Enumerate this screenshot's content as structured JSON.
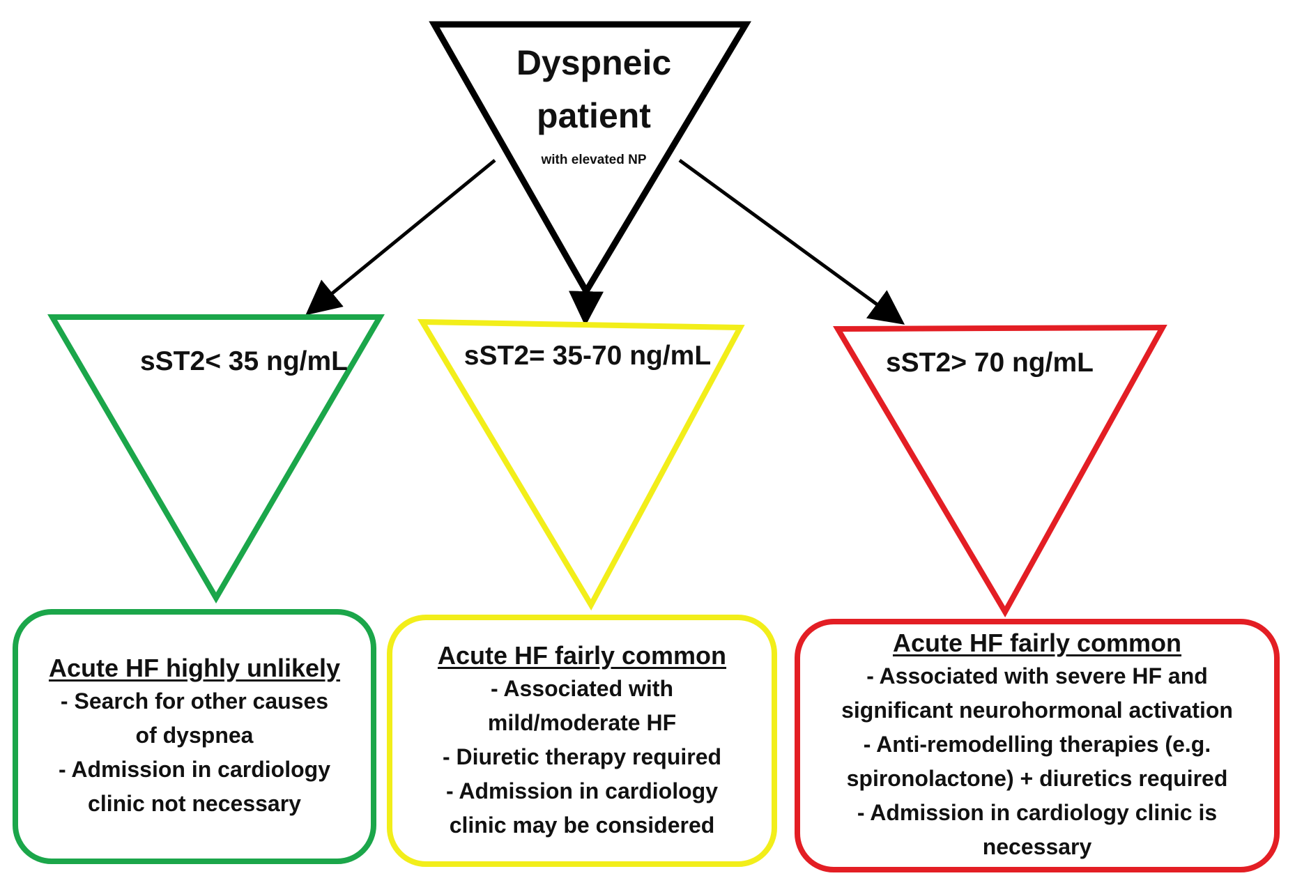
{
  "root": {
    "title_line1": "Dyspneic",
    "title_line2": "patient",
    "subtitle": "with elevated NP"
  },
  "branches": [
    {
      "id": "low",
      "color": "#1BA64A",
      "threshold": "sST2< 35 ng/mL",
      "heading": "Acute HF highly unlikely",
      "lines": [
        "- Search for other causes",
        "of dyspnea",
        "- Admission in cardiology",
        "clinic not necessary"
      ]
    },
    {
      "id": "mid",
      "color": "#F2EE1A",
      "threshold": "sST2= 35-70 ng/mL",
      "heading": "Acute HF fairly common",
      "lines": [
        "- Associated with",
        "mild/moderate HF",
        "- Diuretic therapy required",
        "- Admission in cardiology",
        "clinic may be considered"
      ]
    },
    {
      "id": "high",
      "color": "#E31E24",
      "threshold": "sST2> 70 ng/mL",
      "heading": "Acute HF fairly common",
      "lines": [
        "- Associated with severe HF and",
        "significant neurohormonal activation",
        "- Anti-remodelling therapies (e.g.",
        "spironolactone) + diuretics required",
        "- Admission in cardiology clinic is",
        "necessary"
      ]
    }
  ],
  "colors": {
    "root_stroke": "#000000",
    "arrow": "#000000",
    "text": "#111111"
  }
}
